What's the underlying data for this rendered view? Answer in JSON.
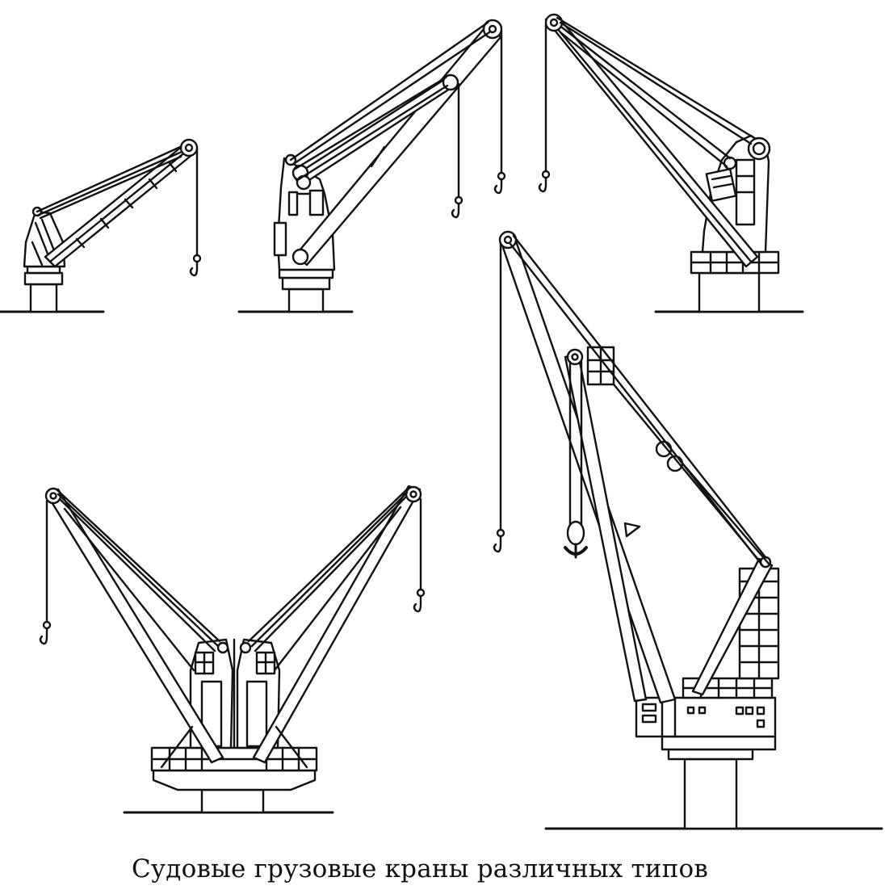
{
  "caption": "Судовые грузовые краны различных типов",
  "colors": {
    "ink": "#111111",
    "paper": "#ffffff"
  },
  "figures": [
    {
      "id": "crane-1",
      "description_icon": "lattice-jib-crane-icon"
    },
    {
      "id": "crane-2",
      "description_icon": "double-jib-crane-icon"
    },
    {
      "id": "crane-3",
      "description_icon": "box-jib-crane-icon"
    },
    {
      "id": "crane-4",
      "description_icon": "twin-crane-icon"
    },
    {
      "id": "crane-5",
      "description_icon": "heavy-lift-crane-icon"
    }
  ]
}
